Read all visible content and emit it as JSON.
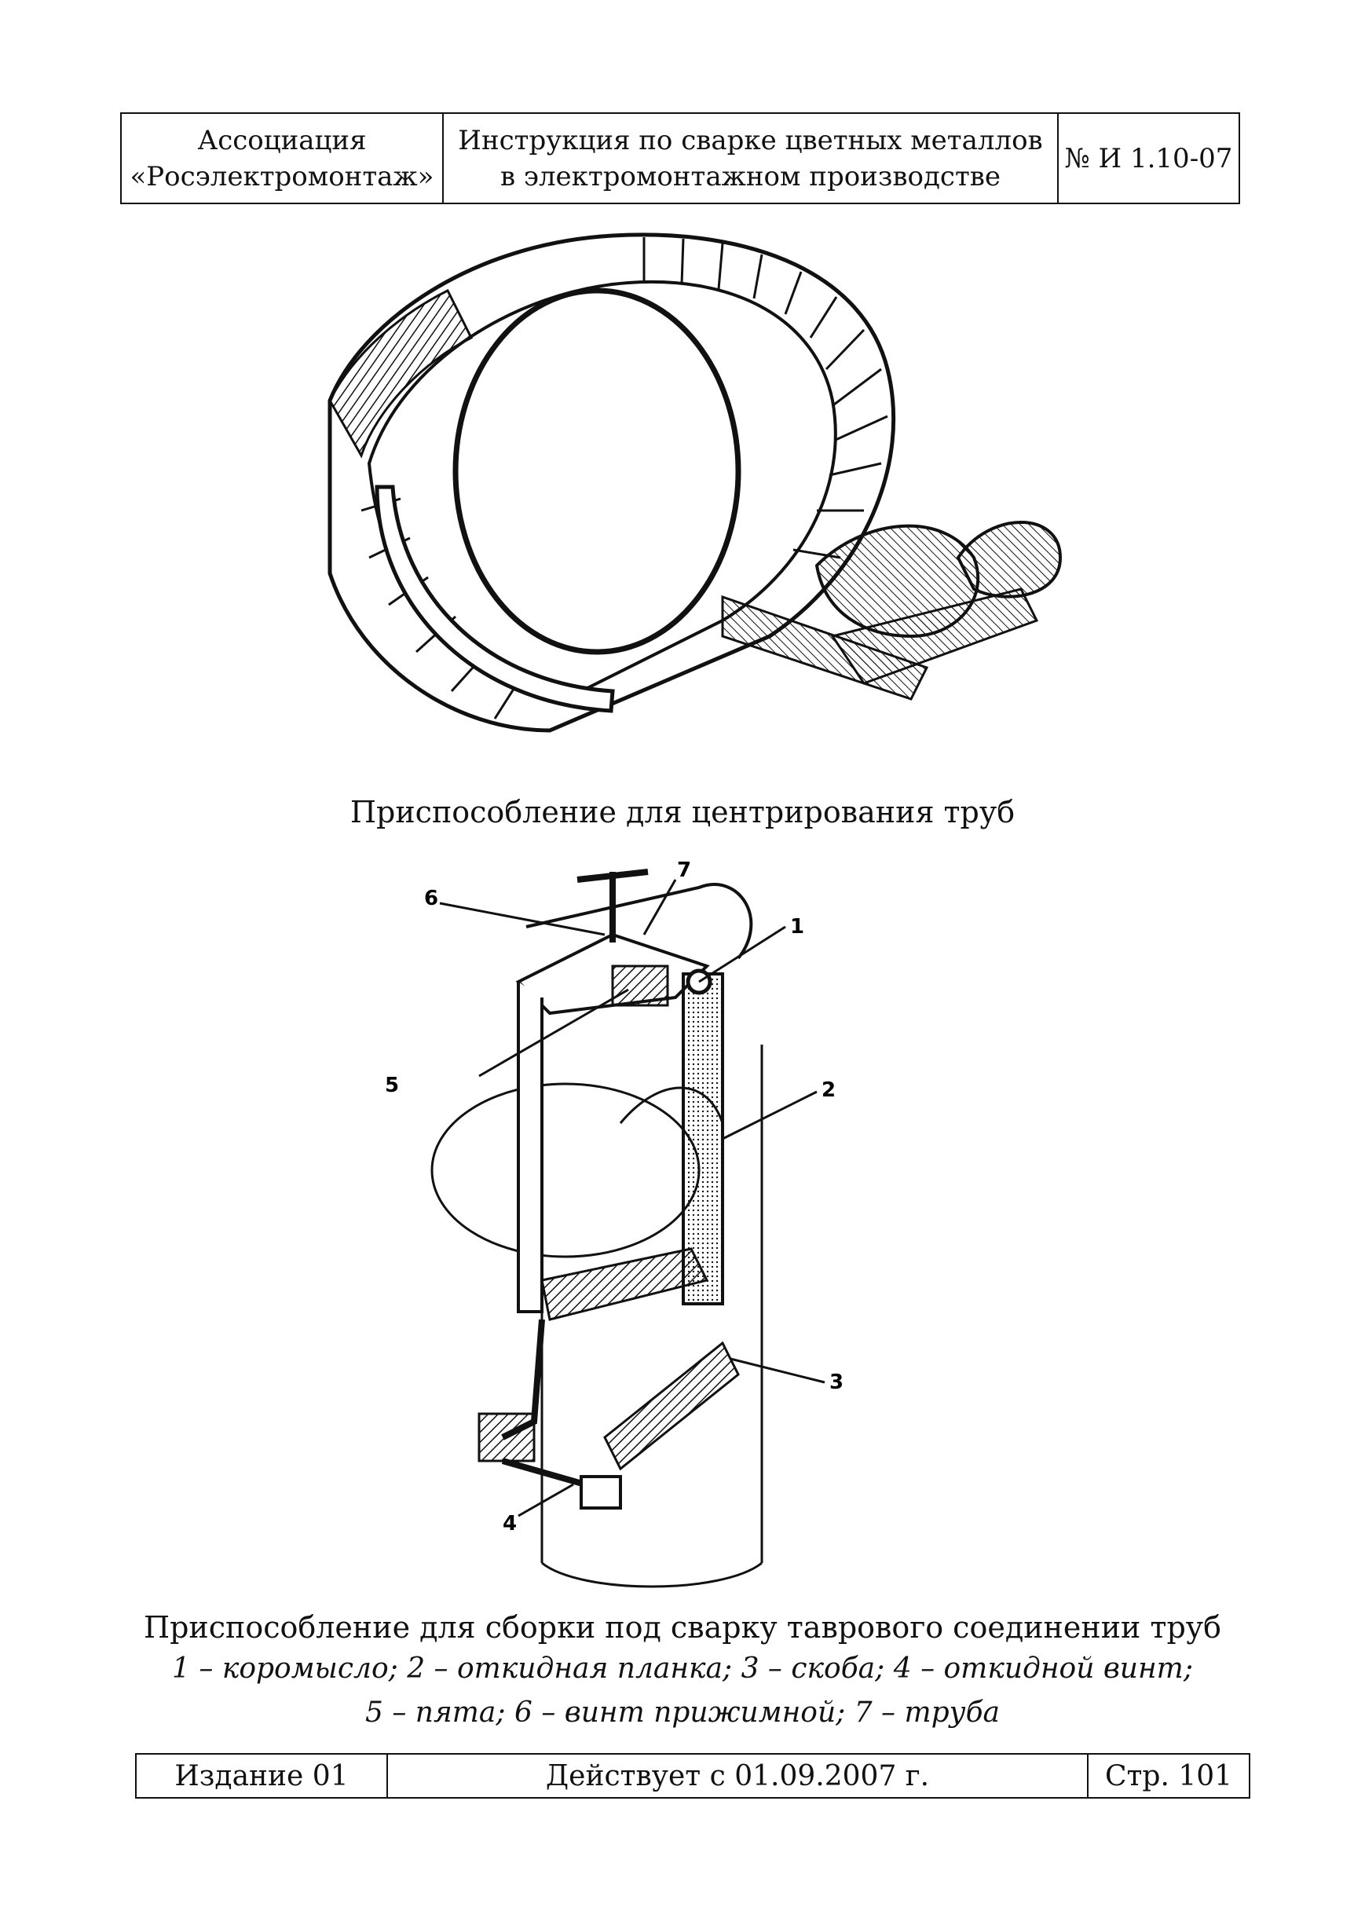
{
  "header": {
    "org_line1": "Ассоциация",
    "org_line2": "«Росэлектромонтаж»",
    "title_line1": "Инструкция по сварке цветных металлов",
    "title_line2": "в электромонтажном производстве",
    "doc_number": "№ И 1.10-07"
  },
  "figure1": {
    "caption": "Приспособление для центрирования труб"
  },
  "figure2": {
    "callouts": [
      "1",
      "2",
      "3",
      "4",
      "5",
      "6",
      "7"
    ],
    "caption": "Приспособление для сборки под сварку таврового соединении труб",
    "legend_line1": "1 – коромысло; 2 – откидная планка; 3 – скоба; 4 – откидной винт;",
    "legend_line2": "5 – пята; 6 – винт прижимной; 7 – труба"
  },
  "footer": {
    "edition": "Издание 01",
    "effective": "Действует с 01.09.2007 г.",
    "page": "Стр. 101"
  }
}
